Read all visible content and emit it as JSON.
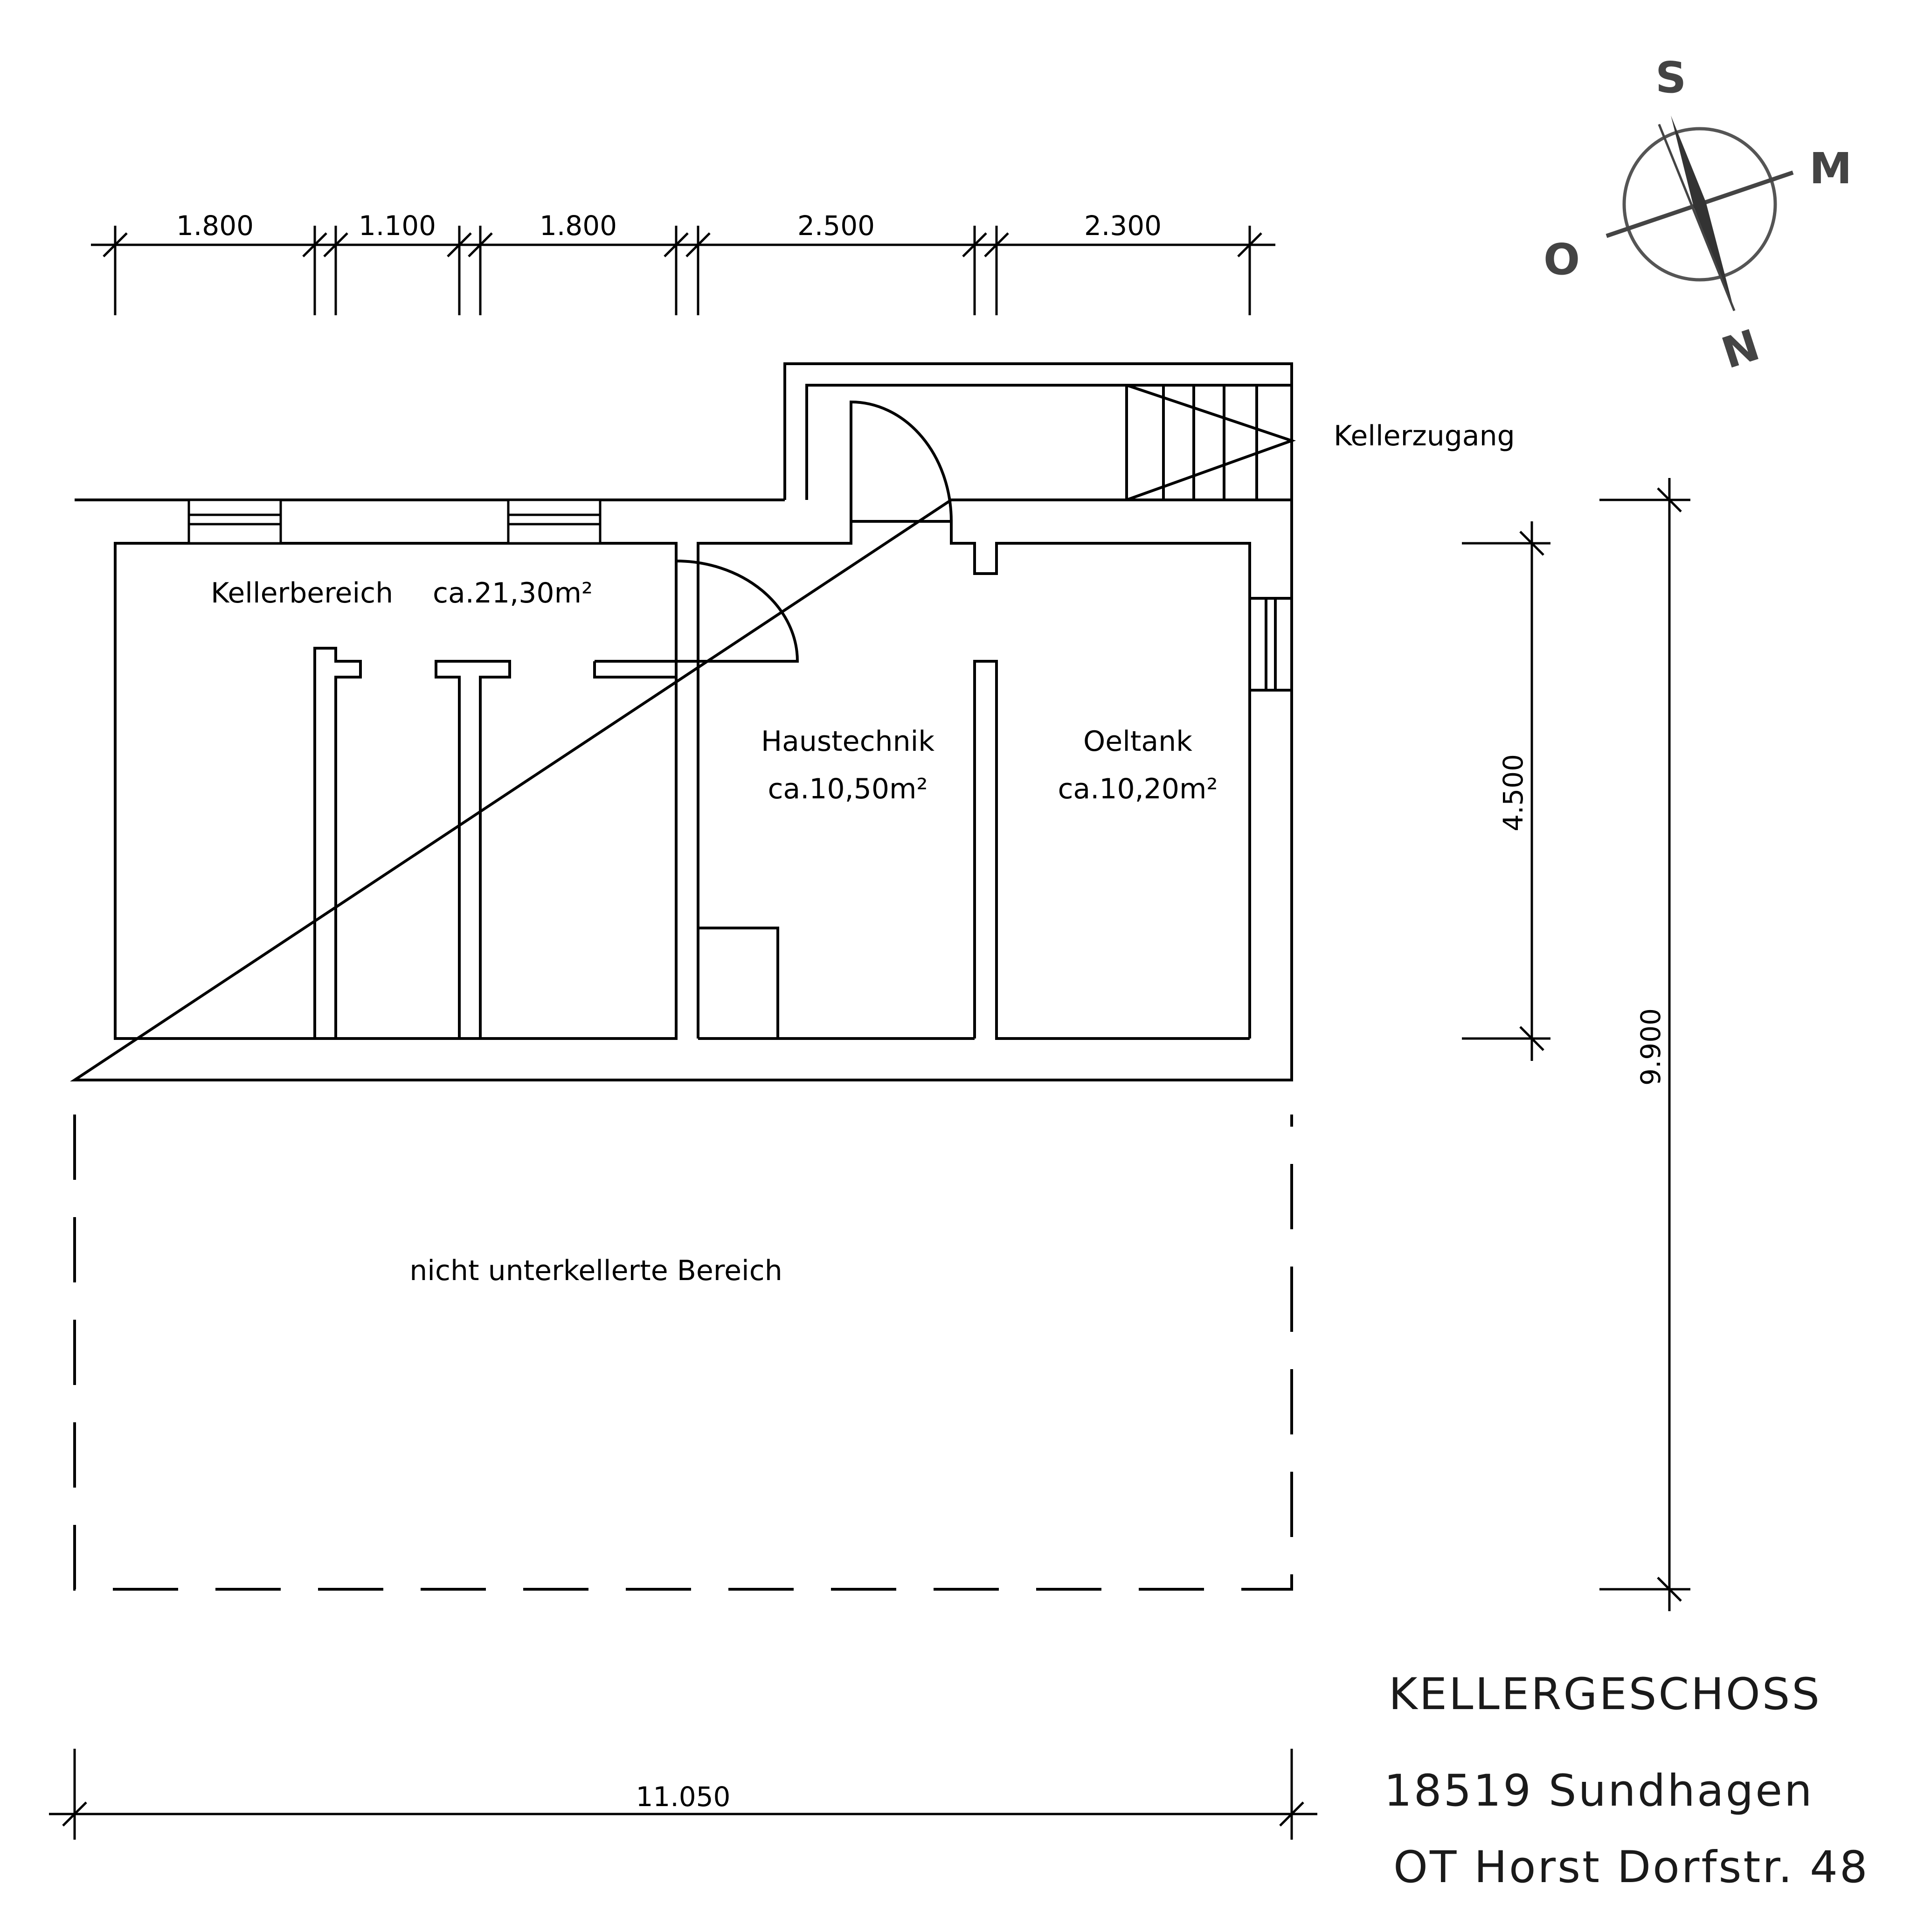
{
  "rooms": {
    "kellerbereich": {
      "name": "Kellerbereich",
      "area": "ca.21,30m²"
    },
    "haustechnik": {
      "name": "Haustechnik",
      "area": "ca.10,50m²"
    },
    "oeltank": {
      "name": "Oeltank",
      "area": "ca.10,20m²"
    }
  },
  "labels": {
    "access": "Kellerzugang",
    "not_basement": "nicht unterkellerte Bereich"
  },
  "dimensions": {
    "top": [
      "1.800",
      "1.100",
      "1.800",
      "2.500",
      "2.300"
    ],
    "bottom_total": "11.050",
    "right_inner": "4.500",
    "right_total": "9.900"
  },
  "title_block": {
    "title": "KELLERGESCHOSS",
    "line1": "18519 Sundhagen",
    "line2": "OT Horst Dorfstr. 48"
  },
  "compass": {
    "north": "N",
    "south": "S",
    "west": "O",
    "east": "M"
  }
}
